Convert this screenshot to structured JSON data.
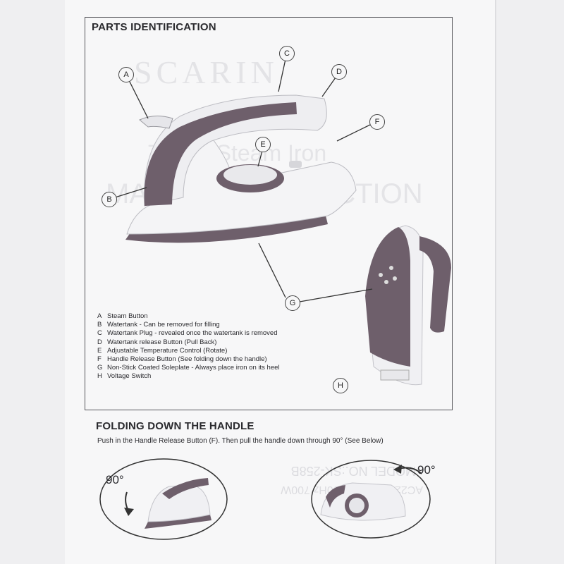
{
  "parts_section": {
    "title": "PARTS IDENTIFICATION",
    "callouts": [
      "A",
      "B",
      "C",
      "D",
      "E",
      "F",
      "G",
      "H"
    ],
    "legend": [
      {
        "letter": "A",
        "text": "Steam Button"
      },
      {
        "letter": "B",
        "text": "Watertank - Can be removed for filling"
      },
      {
        "letter": "C",
        "text": "Watertank Plug - revealed once the watertank is removed"
      },
      {
        "letter": "D",
        "text": "Watertank release Button (Pull Back)"
      },
      {
        "letter": "E",
        "text": "Adjustable Temperature Control (Rotate)"
      },
      {
        "letter": "F",
        "text": "Handle Release Button (See folding down the handle)"
      },
      {
        "letter": "G",
        "text": "Non-Stick Coated Soleplate - Always place iron on its heel"
      },
      {
        "letter": "H",
        "text": "Voltage Switch"
      }
    ],
    "watermark": {
      "brand": "SCARIN",
      "line1": "Travel Steam Iron",
      "line2": "MANUAL INSTRUCTION"
    }
  },
  "folding_section": {
    "title": "FOLDING DOWN THE HANDLE",
    "instruction": "Push in the Handle Release Button (F). Then pull the handle down through 90° (See Below)",
    "angle_left": "90°",
    "angle_right": "90°",
    "watermark": {
      "model": "MODEL NO.:SK-258B",
      "voltage": "AC220-240V 50/60Hz 700W"
    }
  },
  "colors": {
    "body": "#f2f2f4",
    "accent": "#6e5f6b",
    "outline": "#55555a"
  }
}
